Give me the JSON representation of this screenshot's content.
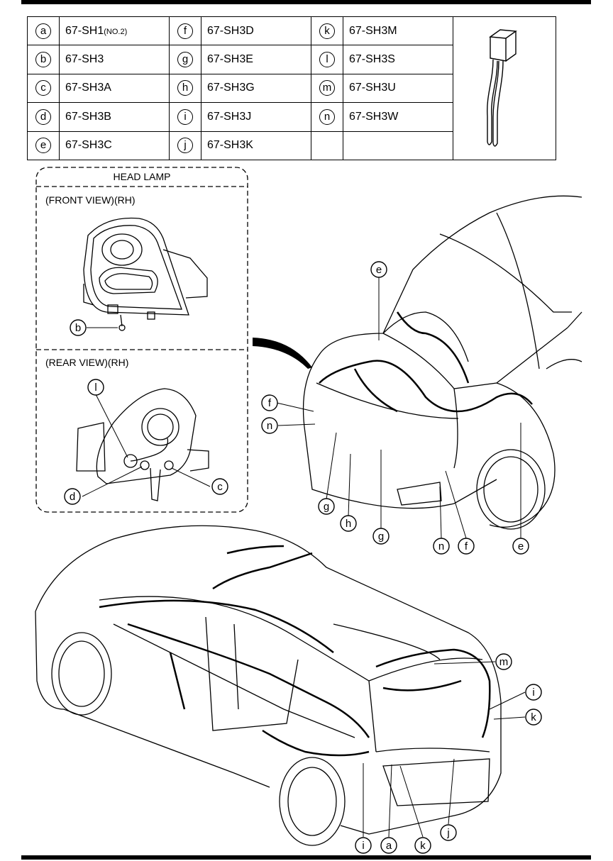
{
  "legend": [
    [
      {
        "key": "a",
        "code": "67-SH1",
        "note": "(NO.2)"
      },
      {
        "key": "f",
        "code": "67-SH3D"
      },
      {
        "key": "k",
        "code": "67-SH3M"
      }
    ],
    [
      {
        "key": "b",
        "code": "67-SH3"
      },
      {
        "key": "g",
        "code": "67-SH3E"
      },
      {
        "key": "l",
        "code": "67-SH3S"
      }
    ],
    [
      {
        "key": "c",
        "code": "67-SH3A"
      },
      {
        "key": "h",
        "code": "67-SH3G"
      },
      {
        "key": "m",
        "code": "67-SH3U"
      }
    ],
    [
      {
        "key": "d",
        "code": "67-SH3B"
      },
      {
        "key": "i",
        "code": "67-SH3J"
      },
      {
        "key": "n",
        "code": "67-SH3W"
      }
    ],
    [
      {
        "key": "e",
        "code": "67-SH3C"
      },
      {
        "key": "j",
        "code": "67-SH3K"
      },
      {
        "key": "",
        "code": ""
      }
    ]
  ],
  "inset": {
    "title": "HEAD LAMP",
    "front_view": "(FRONT VIEW)(RH)",
    "rear_view": "(REAR VIEW)(RH)"
  },
  "callouts": {
    "head_lamp": [
      "b",
      "l",
      "d",
      "c"
    ],
    "front_car": [
      "e",
      "f",
      "n",
      "g",
      "h",
      "g",
      "n",
      "f",
      "e"
    ],
    "rear_car": [
      "m",
      "i",
      "k",
      "i",
      "a",
      "k",
      "j"
    ]
  }
}
